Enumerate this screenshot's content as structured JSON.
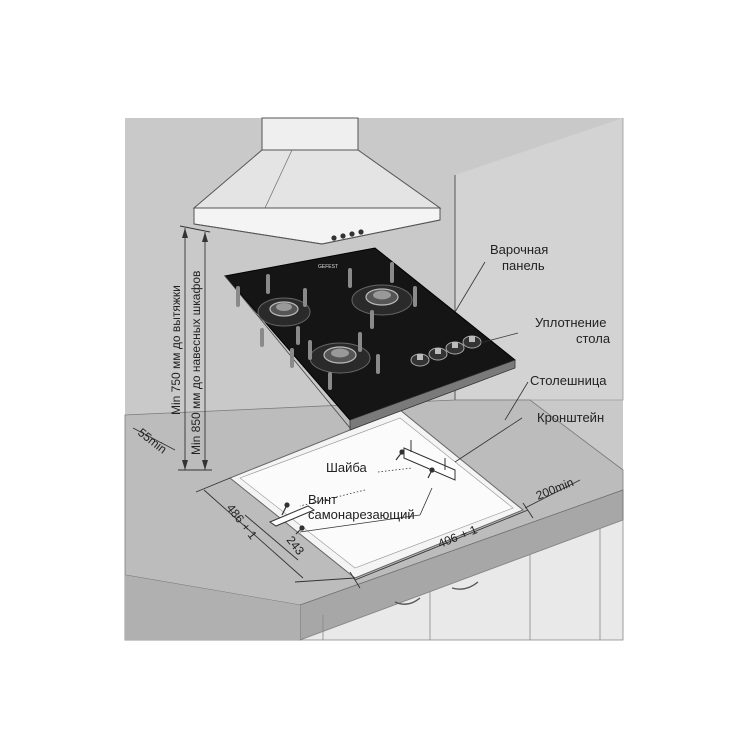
{
  "labels": {
    "hob_line1": "Варочная",
    "hob_line2": "панель",
    "seal_line1": "Уплотнение",
    "seal_line2": "стола",
    "countertop": "Столешница",
    "bracket": "Кронштейн",
    "washer": "Шайба",
    "screw_line1": "Винт",
    "screw_line2": "самонарезающий"
  },
  "dimensions": {
    "hood_min": "Min 750 мм до вытяжки",
    "cabinet_min": "Min 850 мм до навесных шкафов",
    "edge_min": "55min",
    "depth": "486",
    "depth_tol": "+ 1",
    "width": "406",
    "width_tol": "+ 1",
    "half_depth": "243",
    "wall_min": "200min"
  },
  "hob_brand": "GEFEST",
  "colors": {
    "wall": "#c8c8c8",
    "hood": "#e8e8e8",
    "glass": "#151515",
    "countertop": "#b8b8b8",
    "cutout": "#f4f4f4",
    "cabinet": "#eeeeee"
  }
}
